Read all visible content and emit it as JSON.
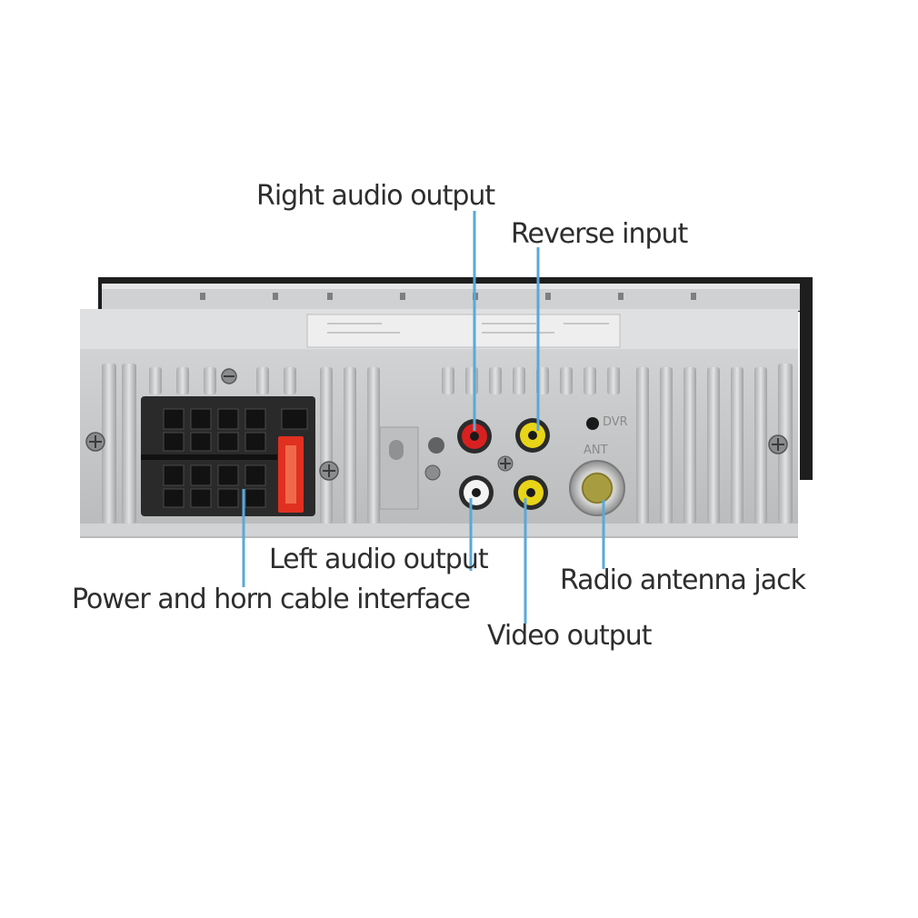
{
  "callouts": {
    "right_audio_output": "Right audio output",
    "reverse_input": "Reverse input",
    "left_audio_output": "Left audio output",
    "power_horn_cable_interface": "Power and horn cable interface",
    "radio_antenna_jack": "Radio antenna jack",
    "video_output": "Video output"
  },
  "panel_marks": {
    "dvr": "DVR",
    "ant": "ANT"
  },
  "colors": {
    "leader_line": "#5aa8d8",
    "rca_red": "#d82020",
    "rca_yellow": "#e8d418",
    "rca_white": "#f4f4f4",
    "fuse_red": "#e03020",
    "chassis": "#c8cacb"
  }
}
